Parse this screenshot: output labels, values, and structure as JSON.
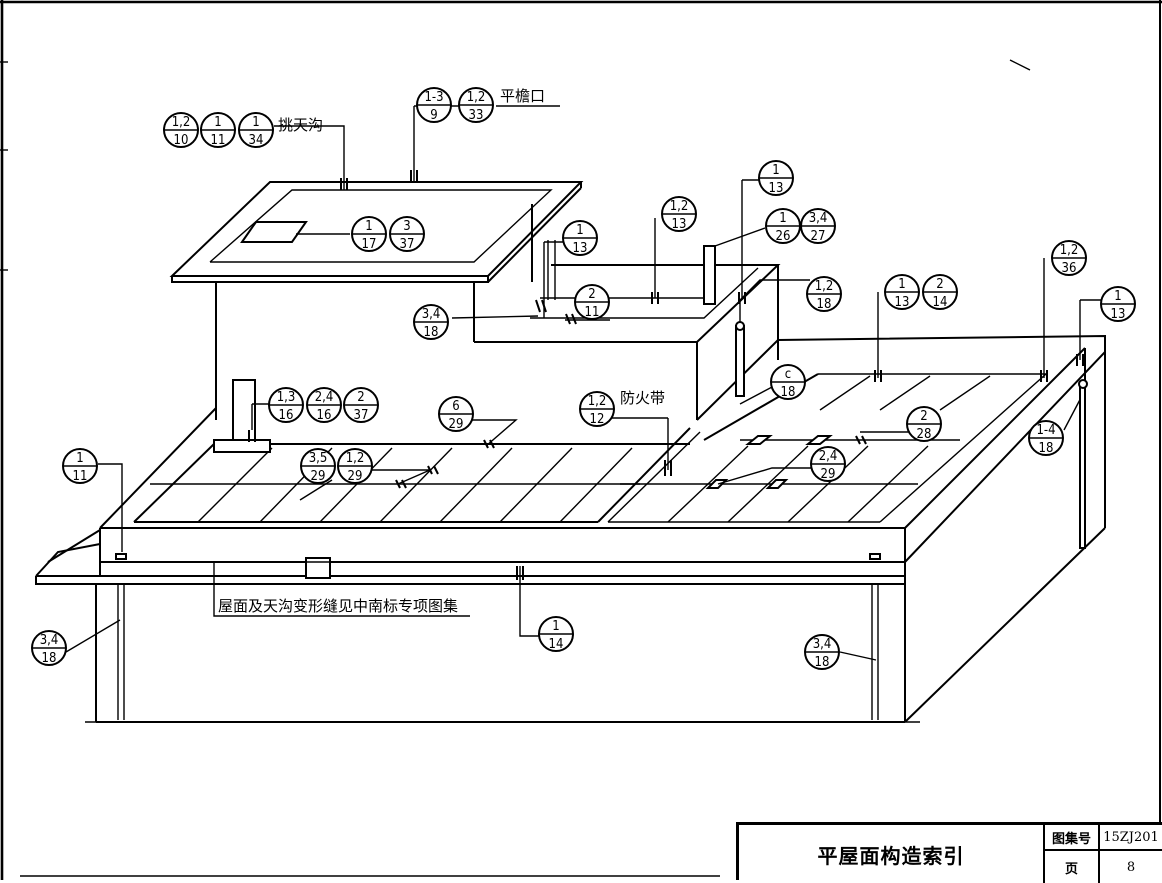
{
  "title_block": {
    "title": "平屋面构造索引",
    "atlas_no_label": "图集号",
    "atlas_no": "15ZJ201",
    "page_label": "页",
    "page": "8"
  },
  "callouts": [
    {
      "id": "c-10",
      "top": "1,2",
      "bottom": "10"
    },
    {
      "id": "c-11a",
      "top": "1",
      "bottom": "11"
    },
    {
      "id": "c-34",
      "top": "1",
      "bottom": "34"
    },
    {
      "id": "c-9",
      "top": "1-3",
      "bottom": "9"
    },
    {
      "id": "c-33",
      "top": "1,2",
      "bottom": "33"
    },
    {
      "id": "c-17",
      "top": "1",
      "bottom": "17"
    },
    {
      "id": "c-37a",
      "top": "3",
      "bottom": "37"
    },
    {
      "id": "c-13a",
      "top": "1",
      "bottom": "13"
    },
    {
      "id": "c-13b",
      "top": "1,2",
      "bottom": "13"
    },
    {
      "id": "c-13c",
      "top": "1",
      "bottom": "13"
    },
    {
      "id": "c-26",
      "top": "1",
      "bottom": "26"
    },
    {
      "id": "c-27",
      "top": "3,4",
      "bottom": "27"
    },
    {
      "id": "c-18a",
      "top": "3,4",
      "bottom": "18"
    },
    {
      "id": "c-11b",
      "top": "2",
      "bottom": "11"
    },
    {
      "id": "c-18b",
      "top": "1,2",
      "bottom": "18"
    },
    {
      "id": "c-13d",
      "top": "1",
      "bottom": "13"
    },
    {
      "id": "c-14a",
      "top": "2",
      "bottom": "14"
    },
    {
      "id": "c-36",
      "top": "1,2",
      "bottom": "36"
    },
    {
      "id": "c-13e",
      "top": "1",
      "bottom": "13"
    },
    {
      "id": "c-18c",
      "top": "c",
      "bottom": "18"
    },
    {
      "id": "c-16a",
      "top": "1,3",
      "bottom": "16"
    },
    {
      "id": "c-16b",
      "top": "2,4",
      "bottom": "16"
    },
    {
      "id": "c-37b",
      "top": "2",
      "bottom": "37"
    },
    {
      "id": "c-29a",
      "top": "6",
      "bottom": "29"
    },
    {
      "id": "c-12",
      "top": "1,2",
      "bottom": "12"
    },
    {
      "id": "c-28",
      "top": "2",
      "bottom": "28"
    },
    {
      "id": "c-18d",
      "top": "1-4",
      "bottom": "18"
    },
    {
      "id": "c-11c",
      "top": "1",
      "bottom": "11"
    },
    {
      "id": "c-29b",
      "top": "3,5",
      "bottom": "29"
    },
    {
      "id": "c-29c",
      "top": "1,2",
      "bottom": "29"
    },
    {
      "id": "c-29d",
      "top": "2,4",
      "bottom": "29"
    },
    {
      "id": "c-18e",
      "top": "3,4",
      "bottom": "18"
    },
    {
      "id": "c-14b",
      "top": "1",
      "bottom": "14"
    },
    {
      "id": "c-18f",
      "top": "3,4",
      "bottom": "18"
    }
  ],
  "labels": {
    "gutter": "挑天沟",
    "eave": "平檐口",
    "firebreak": "防火带",
    "joint_note": "屋面及天沟变形缝见中南标专项图集"
  }
}
